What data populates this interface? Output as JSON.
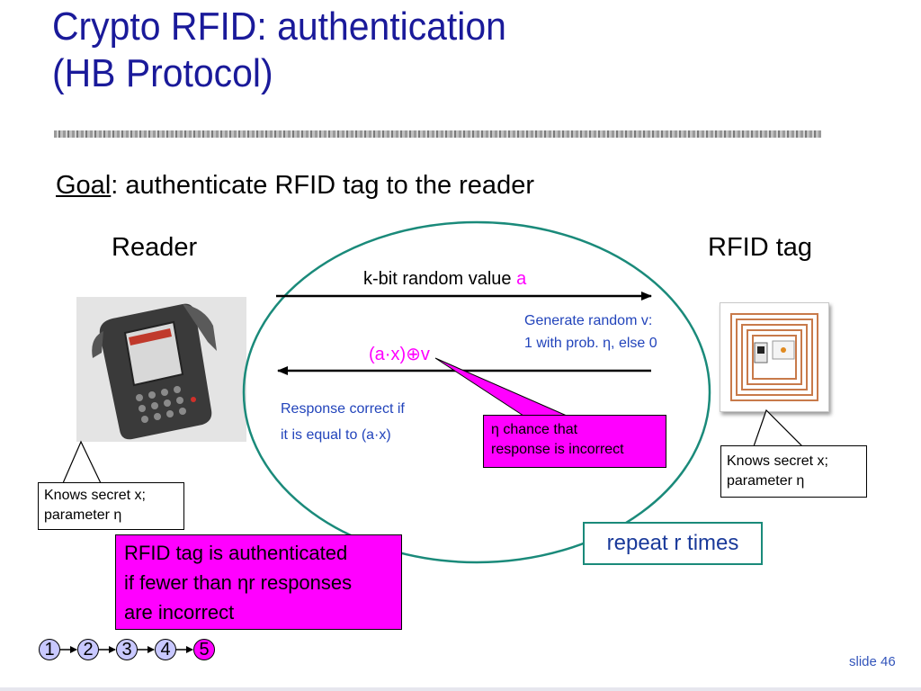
{
  "title": {
    "line1": "Crypto RFID: authentication",
    "line2": "(HB Protocol)"
  },
  "goal": {
    "label": "Goal",
    "text": ": authenticate RFID tag to the reader"
  },
  "parties": {
    "reader": "Reader",
    "tag": "RFID tag"
  },
  "protocol": {
    "challenge_label": "k-bit random value ",
    "challenge_var": "a",
    "tag_note_line1": "Generate random v:",
    "tag_note_line2": "1 with prob. η, else 0",
    "response_label": "(a·x)⊕v",
    "reader_check_line1": "Response correct if",
    "reader_check_line2": "it is equal to (a·x)"
  },
  "eta_note": {
    "line1": "η chance that",
    "line2": "response is incorrect"
  },
  "reader_knowledge": {
    "line1": "Knows secret x;",
    "line2": "parameter η"
  },
  "tag_knowledge": {
    "line1": "Knows secret x;",
    "line2": "parameter η"
  },
  "auth_rule": {
    "line1": "RFID tag is authenticated",
    "line2": "if fewer than ηr responses",
    "line3": "are incorrect"
  },
  "repeat": "repeat r times",
  "steps": [
    "1",
    "2",
    "3",
    "4",
    "5"
  ],
  "active_step": 5,
  "slide_number": "slide 46",
  "colors": {
    "title": "#1a1a9a",
    "highlight": "#ff00ff",
    "ellipse": "#1a8a7a",
    "note_text": "#2244bb"
  }
}
